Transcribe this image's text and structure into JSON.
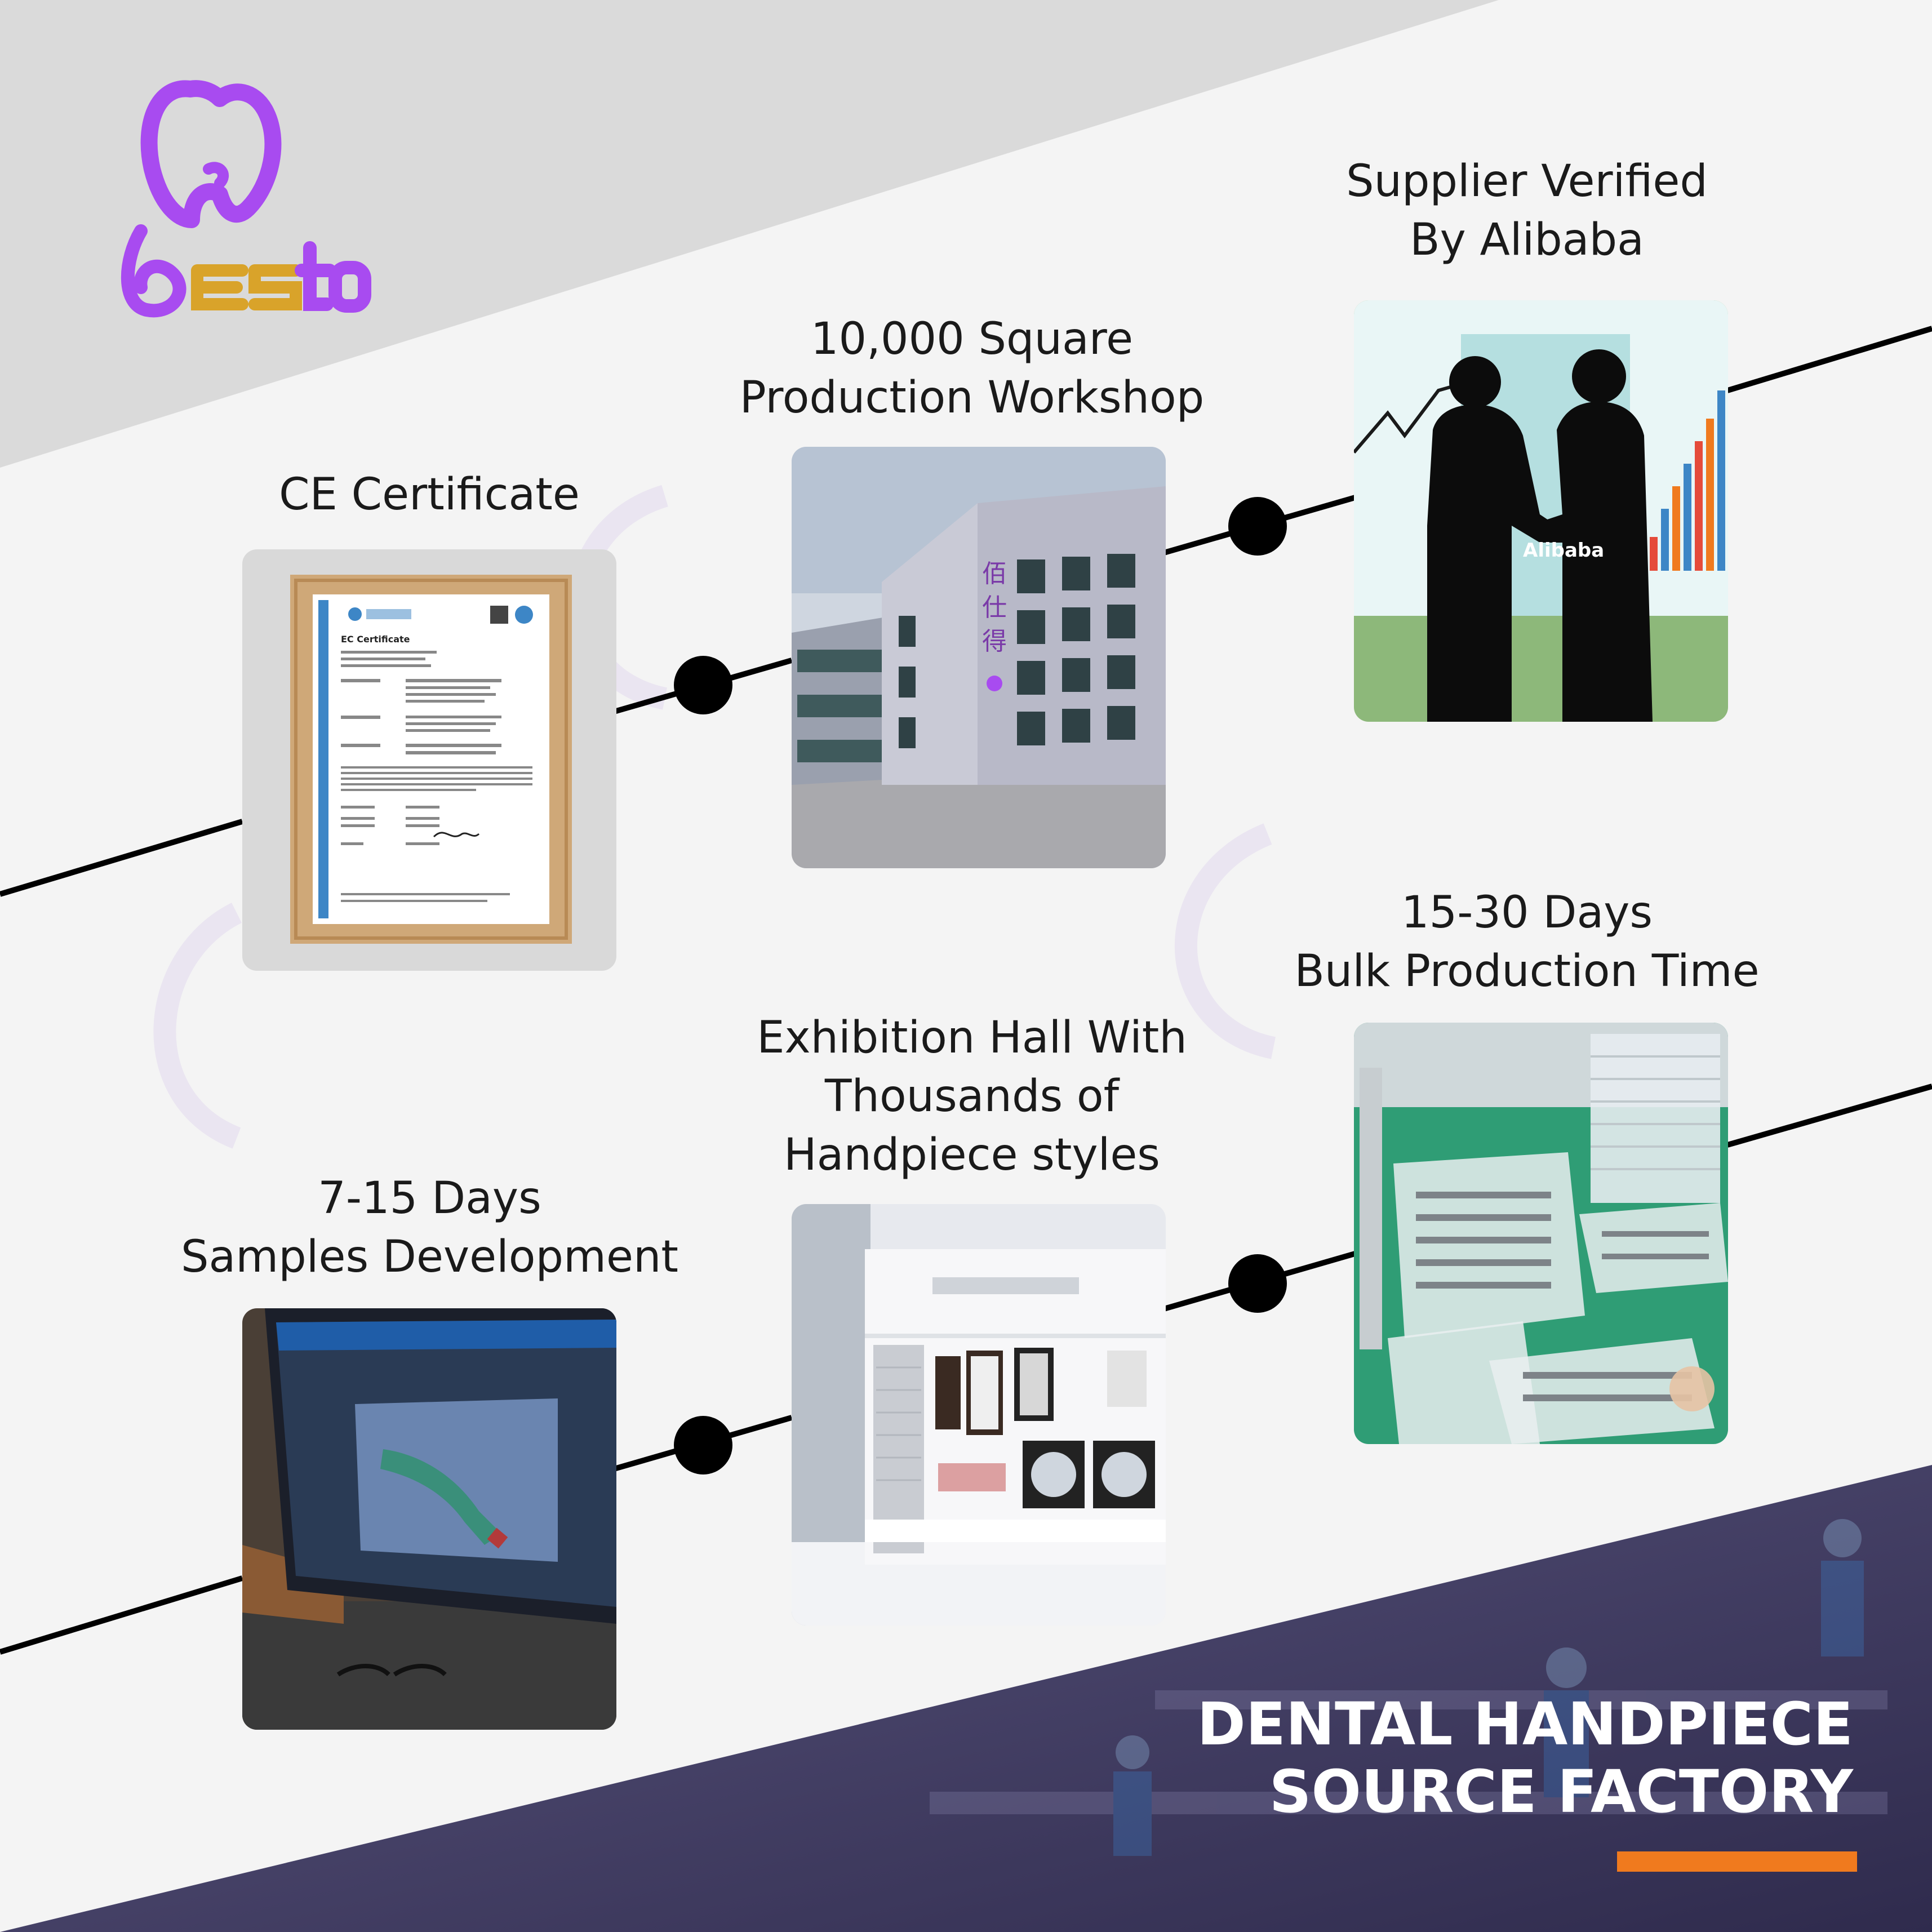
{
  "brand": {
    "logo_text": "besto",
    "accent": "#a84bf0",
    "gold": "#d9a32a"
  },
  "features": [
    {
      "id": "ce",
      "lines": [
        "CE Certificate"
      ],
      "image": "ec-certificate-frame"
    },
    {
      "id": "workshop",
      "lines": [
        "10,000 Square",
        "Production Workshop"
      ],
      "image": "factory-building"
    },
    {
      "id": "verified",
      "lines": [
        "Supplier Verified",
        "By Alibaba"
      ],
      "image": "business-handshake"
    },
    {
      "id": "samples",
      "lines": [
        "7-15 Days",
        "Samples Development"
      ],
      "image": "cad-monitor"
    },
    {
      "id": "exhibition",
      "lines": [
        "Exhibition Hall With",
        "Thousands of",
        "Handpiece styles"
      ],
      "image": "exhibition-hall"
    },
    {
      "id": "bulk",
      "lines": [
        "15-30 Days",
        "Bulk Production Time"
      ],
      "image": "production-trays"
    }
  ],
  "certificate": {
    "title": "EC Certificate"
  },
  "building": {
    "sign": [
      "佰",
      "仕",
      "得"
    ]
  },
  "handshake": {
    "brand_text": "Alibaba"
  },
  "headline": {
    "line1": "DENTAL HANDPIECE",
    "line2": "SOURCE FACTORY"
  },
  "colors": {
    "node": "#000000",
    "headline": "#ffffff",
    "underline": "#f07a1e",
    "band": "#453f6b"
  }
}
